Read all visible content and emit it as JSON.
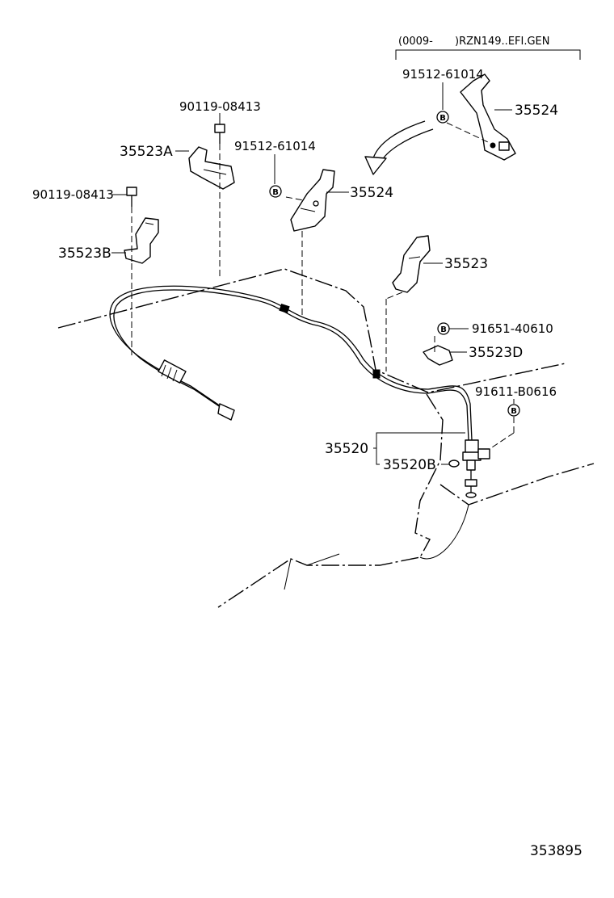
{
  "diagram": {
    "applicability_note": {
      "date_code": "(0009-",
      "model_code": ")RZN149..EFI.GEN"
    },
    "part_numbers": {
      "clip_a": "35523A",
      "clip_b": "35523B",
      "clip": "35523",
      "clip_d": "35523D",
      "bracket_upper": "35524",
      "bracket_main": "35524",
      "cable_assy": "35520",
      "cable_sub": "35520B",
      "bolt_upper": "90119-08413",
      "bolt_left": "90119-08413",
      "bolt_bracket_upper": "91512-61014",
      "bolt_bracket_main": "91512-61014",
      "bolt_clip_d": "91651-40610",
      "bolt_cable": "91611-B0616"
    },
    "badge_letter": "B",
    "illustration_number": "353895"
  }
}
